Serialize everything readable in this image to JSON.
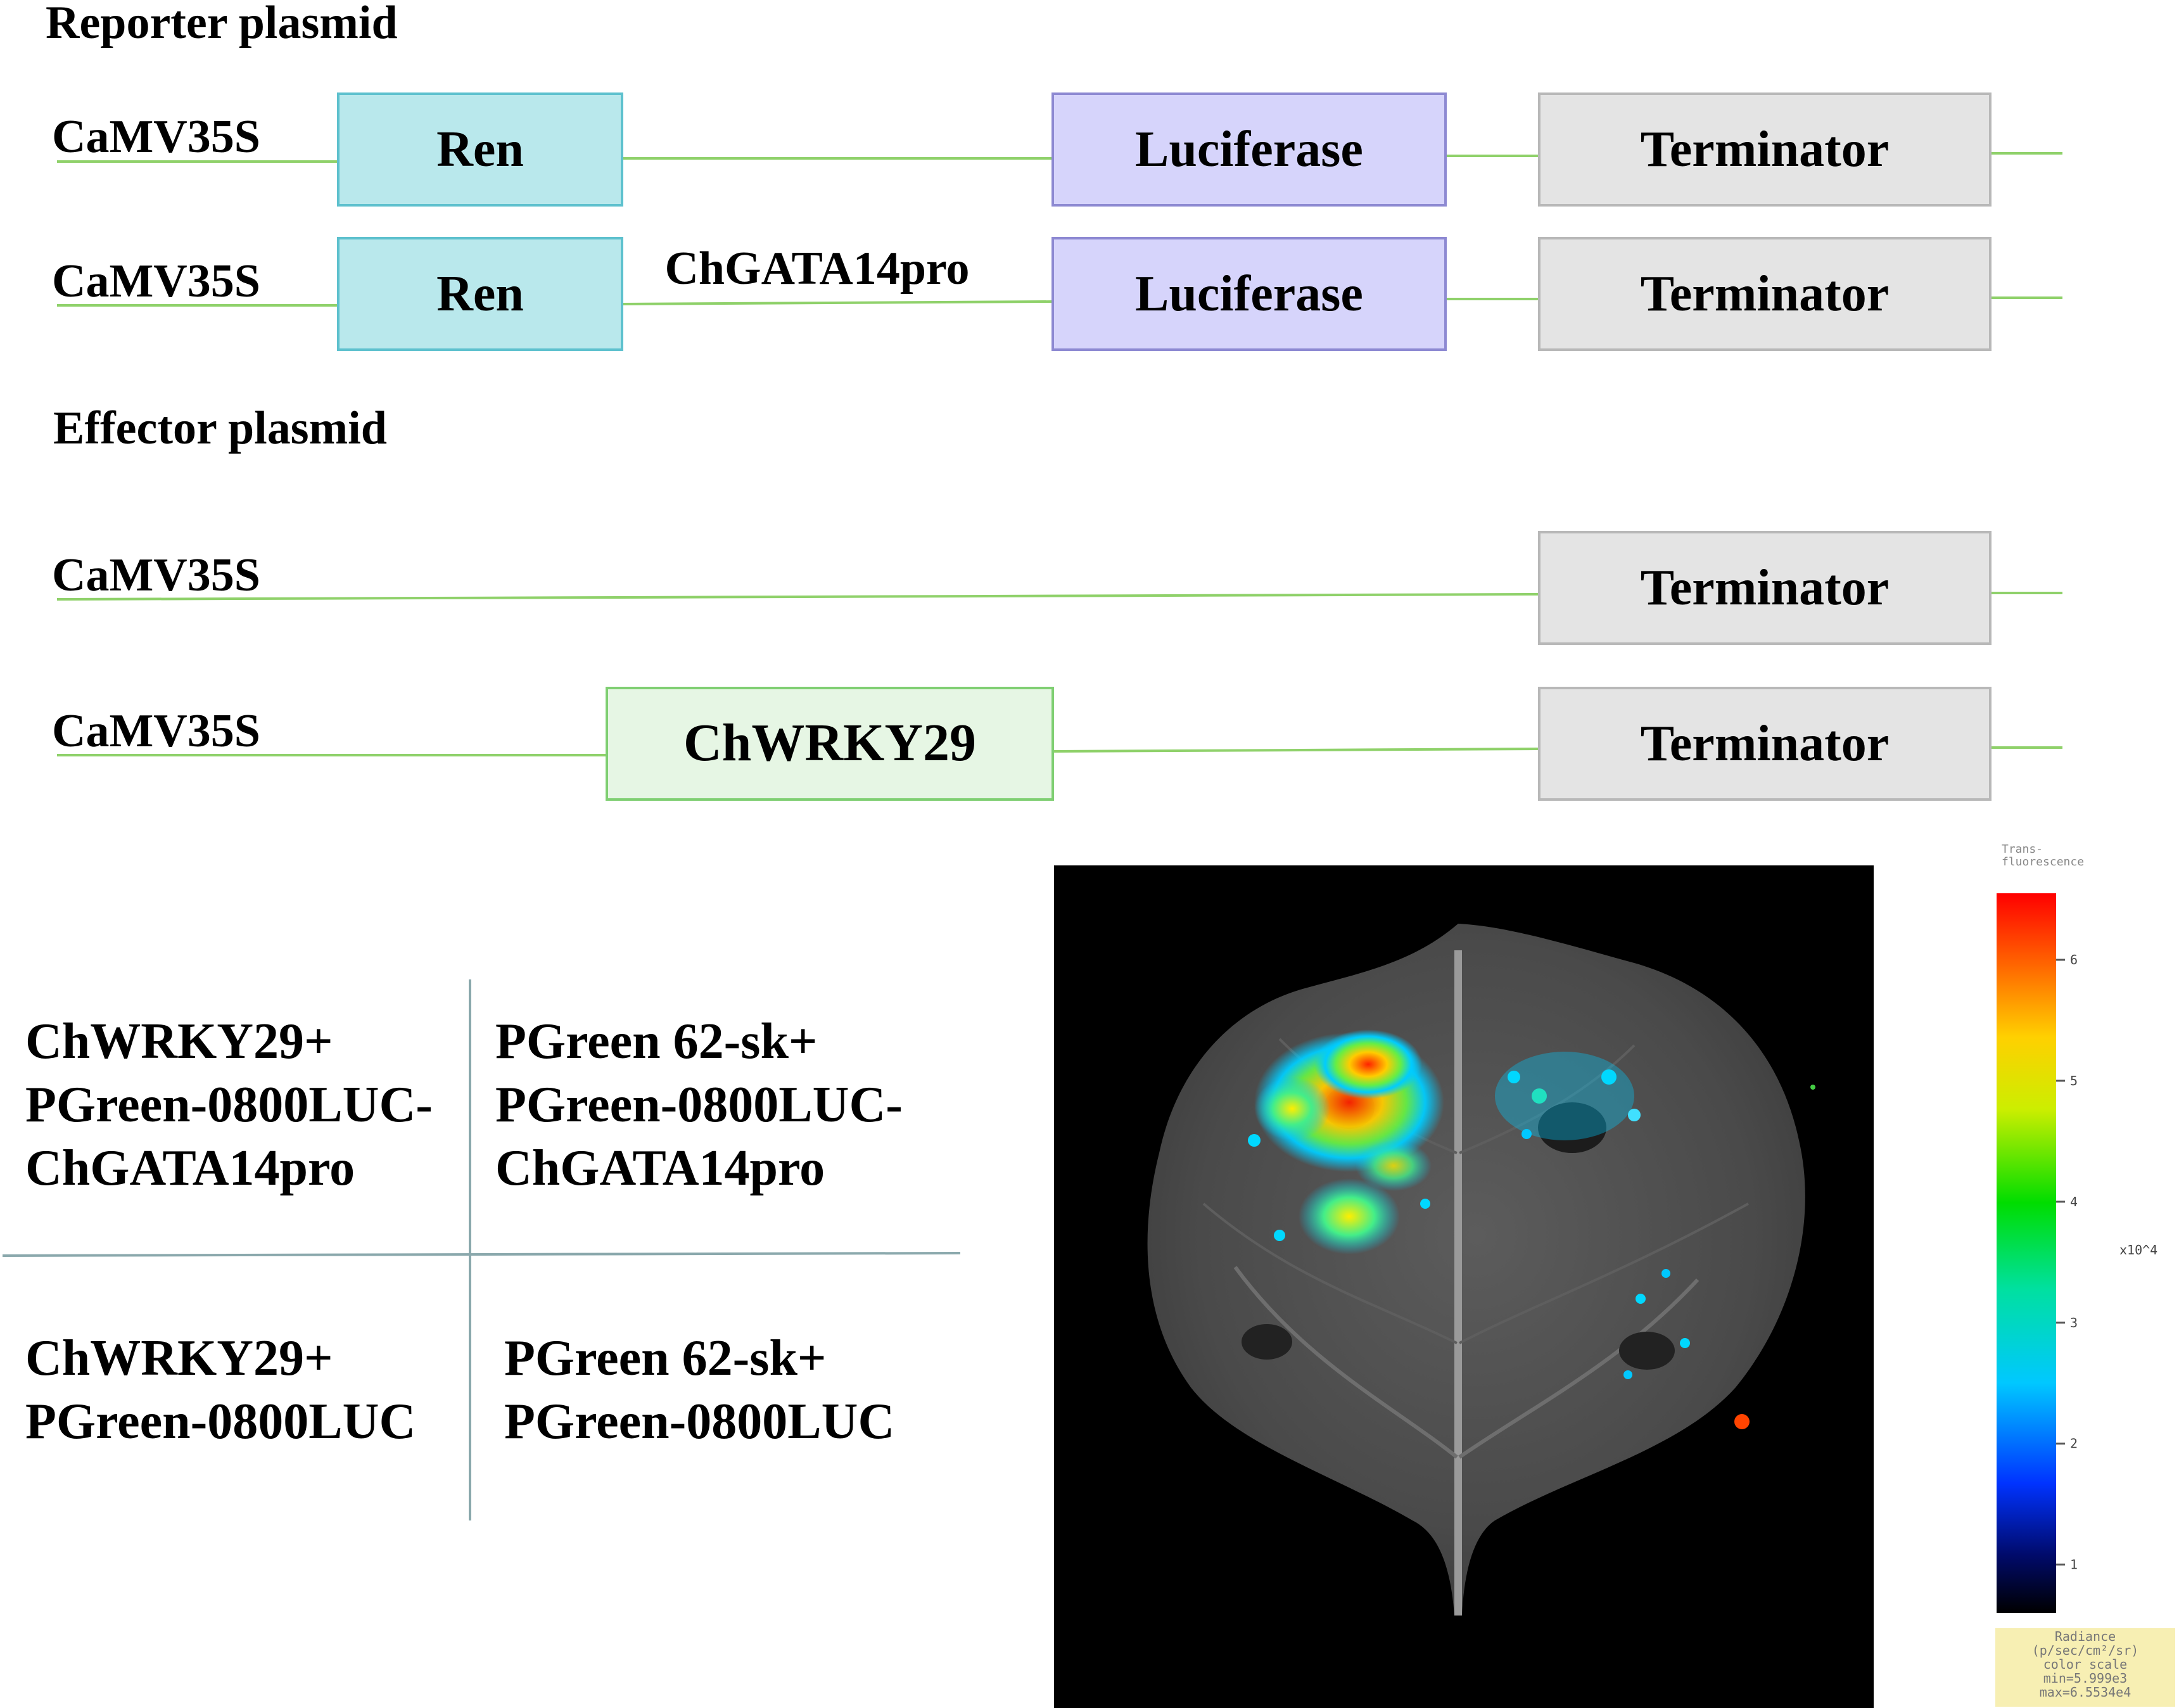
{
  "reporter": {
    "title": "Reporter plasmid",
    "rows": [
      {
        "promoter": "CaMV35S",
        "ren": "Ren",
        "mid_label": "",
        "luciferase": "Luciferase",
        "terminator": "Terminator"
      },
      {
        "promoter": "CaMV35S",
        "ren": "Ren",
        "mid_label": "ChGATA14pro",
        "luciferase": "Luciferase",
        "terminator": "Terminator"
      }
    ]
  },
  "effector": {
    "title": "Effector plasmid",
    "rows": [
      {
        "promoter": "CaMV35S",
        "gene": "",
        "terminator": "Terminator"
      },
      {
        "promoter": "CaMV35S",
        "gene": "ChWRKY29",
        "terminator": "Terminator"
      }
    ]
  },
  "quadrants": {
    "top_left": [
      "ChWRKY29+",
      "PGreen-0800LUC-",
      "ChGATA14pro"
    ],
    "top_right": [
      "PGreen 62-sk+",
      "PGreen-0800LUC-",
      "ChGATA14pro"
    ],
    "bottom_left": [
      "ChWRKY29+",
      "PGreen-0800LUC"
    ],
    "bottom_right": [
      "PGreen 62-sk+",
      "PGreen-0800LUC"
    ]
  },
  "colorbar": {
    "header_lines": [
      "Trans-",
      "fluorescence"
    ],
    "ticks": [
      "6",
      "5",
      "4",
      "3",
      "2",
      "1"
    ],
    "tick_values": [
      6,
      5,
      4,
      3,
      2,
      1
    ],
    "range": [
      0.6,
      6.55
    ],
    "multiplier": "x10^4",
    "footer_lines": [
      "Radiance",
      "(p/sec/cm²/sr)",
      "color scale",
      "min=5.999e3",
      "max=6.5534e4"
    ]
  },
  "colors": {
    "line": "#8fd16a",
    "ren_fill": "#b9e8ec",
    "ren_stroke": "#5ec1ce",
    "luc_fill": "#d6d4fb",
    "luc_stroke": "#8d89d2",
    "term_fill": "#e4e4e4",
    "term_stroke": "#b8b8b8",
    "gene_fill": "#e6f6e4",
    "gene_stroke": "#7fcf72",
    "divider": "#8aa8ac",
    "footer_bg": "#f7efb3"
  }
}
